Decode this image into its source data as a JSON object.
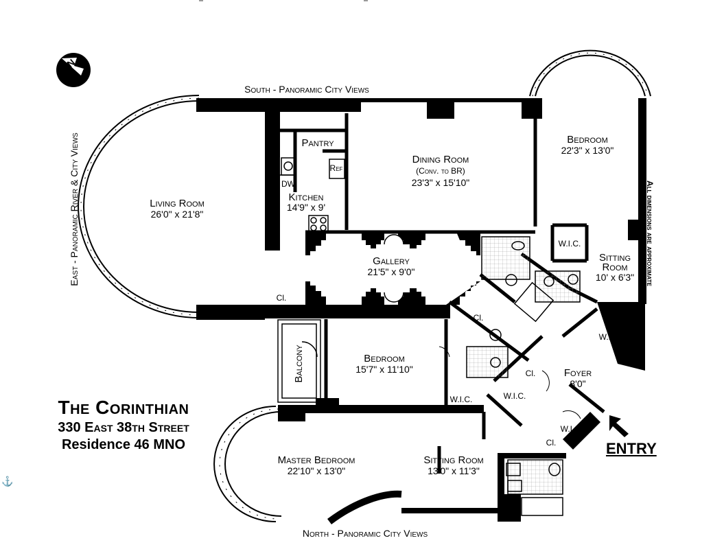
{
  "building": {
    "name": "The Corinthian",
    "address": "330 East 38th Street",
    "residence": "Residence 46 MNO"
  },
  "compass": {
    "letter": "N"
  },
  "views": {
    "south": "South - Panoramic City Views",
    "north": "North - Panoramic City Views",
    "east": "East - Panoramic River & City Views"
  },
  "note": "All dimensions are approximate",
  "entry": "ENTRY",
  "rooms": {
    "living": {
      "name": "Living Room",
      "dim": "26'0\" x 21'8\""
    },
    "pantry": {
      "name": "Pantry"
    },
    "kitchen": {
      "name": "Kitchen",
      "dim": "14'9\" x 9'"
    },
    "dw": {
      "name": "DW"
    },
    "ref": {
      "name": "Ref"
    },
    "dining": {
      "name": "Dining Room",
      "sub": "(Conv. to BR)",
      "dim": "23'3\" x 15'10\""
    },
    "bedroom_ne": {
      "name": "Bedroom",
      "dim": "22'3\" x 13'0\""
    },
    "gallery": {
      "name": "Gallery",
      "dim": "21'5\" x 9'0\""
    },
    "sitting_e": {
      "name1": "Sitting",
      "name2": "Room",
      "dim": "10' x 6'3\""
    },
    "bedroom_mid": {
      "name": "Bedroom",
      "dim": "15'7\" x 11'10\""
    },
    "balcony": {
      "name": "Balcony"
    },
    "foyer": {
      "name": "Foyer",
      "dim": "8'0\""
    },
    "master": {
      "name": "Master Bedroom",
      "dim": "22'10\" x 13'0\""
    },
    "sitting_s": {
      "name": "Sitting Room",
      "dim": "13'0\" x 11'3\""
    }
  },
  "closets": {
    "cl_gallery": "Cl.",
    "cl_hall": "Cl.",
    "cl_foyer": "Cl.",
    "cl_master_bath": "Cl.",
    "wic_sitting": "W.I.C.",
    "wic_right": "W.I.C.",
    "wic_foyer": "W.I.C.",
    "wic_bedroom": "W.I.C.",
    "wic_entry": "W.I.C."
  }
}
